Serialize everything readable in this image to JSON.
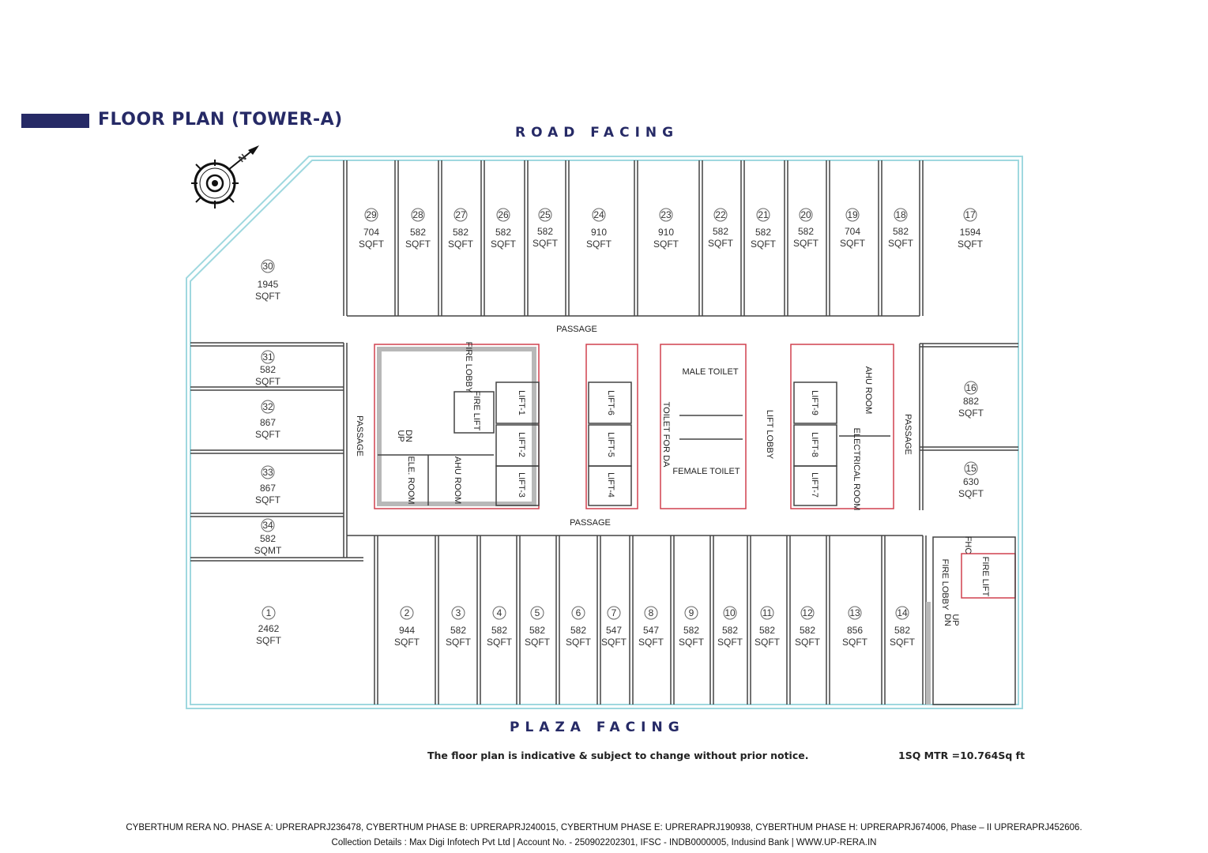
{
  "header": {
    "title": "FLOOR PLAN (TOWER-A)",
    "accent_color": "#262a66"
  },
  "orientation": {
    "top": "ROAD FACING",
    "bottom": "PLAZA FACING",
    "compass": "compass-north-arrow",
    "compass_label": "N"
  },
  "units": [
    {
      "no": "1",
      "area": "2462",
      "unit": "SQFT"
    },
    {
      "no": "2",
      "area": "944",
      "unit": "SQFT"
    },
    {
      "no": "3",
      "area": "582",
      "unit": "SQFT"
    },
    {
      "no": "4",
      "area": "582",
      "unit": "SQFT"
    },
    {
      "no": "5",
      "area": "582",
      "unit": "SQFT"
    },
    {
      "no": "6",
      "area": "582",
      "unit": "SQFT"
    },
    {
      "no": "7",
      "area": "547",
      "unit": "SQFT"
    },
    {
      "no": "8",
      "area": "547",
      "unit": "SQFT"
    },
    {
      "no": "9",
      "area": "582",
      "unit": "SQFT"
    },
    {
      "no": "10",
      "area": "582",
      "unit": "SQFT"
    },
    {
      "no": "11",
      "area": "582",
      "unit": "SQFT"
    },
    {
      "no": "12",
      "area": "582",
      "unit": "SQFT"
    },
    {
      "no": "13",
      "area": "856",
      "unit": "SQFT"
    },
    {
      "no": "14",
      "area": "582",
      "unit": "SQFT"
    },
    {
      "no": "15",
      "area": "630",
      "unit": "SQFT"
    },
    {
      "no": "16",
      "area": "882",
      "unit": "SQFT"
    },
    {
      "no": "17",
      "area": "1594",
      "unit": "SQFT"
    },
    {
      "no": "18",
      "area": "582",
      "unit": "SQFT"
    },
    {
      "no": "19",
      "area": "704",
      "unit": "SQFT"
    },
    {
      "no": "20",
      "area": "582",
      "unit": "SQFT"
    },
    {
      "no": "21",
      "area": "582",
      "unit": "SQFT"
    },
    {
      "no": "22",
      "area": "582",
      "unit": "SQFT"
    },
    {
      "no": "23",
      "area": "910",
      "unit": "SQFT"
    },
    {
      "no": "24",
      "area": "910",
      "unit": "SQFT"
    },
    {
      "no": "25",
      "area": "582",
      "unit": "SQFT"
    },
    {
      "no": "26",
      "area": "582",
      "unit": "SQFT"
    },
    {
      "no": "27",
      "area": "582",
      "unit": "SQFT"
    },
    {
      "no": "28",
      "area": "582",
      "unit": "SQFT"
    },
    {
      "no": "29",
      "area": "704",
      "unit": "SQFT"
    },
    {
      "no": "30",
      "area": "1945",
      "unit": "SQFT"
    },
    {
      "no": "31",
      "area": "582",
      "unit": "SQFT"
    },
    {
      "no": "32",
      "area": "867",
      "unit": "SQFT"
    },
    {
      "no": "33",
      "area": "867",
      "unit": "SQFT"
    },
    {
      "no": "34",
      "area": "582",
      "unit": "SQMT"
    }
  ],
  "core": {
    "passage": "PASSAGE",
    "fire_lobby": "FIRE LOBBY",
    "fire_lift": "FIRE LIFT",
    "up": "UP",
    "dn": "DN",
    "ele_room": "ELE. ROOM",
    "ahu_room": "AHU ROOM",
    "lifts": [
      "LIFT-1",
      "LIFT-2",
      "LIFT-3",
      "LIFT-4",
      "LIFT-5",
      "LIFT-6",
      "LIFT-7",
      "LIFT-8",
      "LIFT-9"
    ],
    "male_toilet": "MALE TOILET",
    "female_toilet": "FEMALE TOILET",
    "toilet_da": "TOILET FOR DA",
    "lift_lobby": "LIFT LOBBY",
    "electrical_room": "ELECTRICAL ROOM",
    "fhc": "FHC"
  },
  "notes": {
    "disclaimer": "The floor plan is indicative & subject to change without prior notice.",
    "conversion": "1SQ MTR =10.764Sq ft"
  },
  "footer": {
    "rera": "CYBERTHUM  RERA NO.  PHASE A: UPRERAPRJ236478, CYBERTHUM PHASE B: UPRERAPRJ240015, CYBERTHUM PHASE E: UPRERAPRJ190938, CYBERTHUM PHASE H: UPRERAPRJ674006, Phase – II UPRERAPRJ452606.",
    "collection": "Collection Details : Max Digi Infotech Pvt Ltd | Account No. - 250902202301, IFSC - INDB0000005, Indusind Bank  |  WWW.UP-RERA.IN"
  },
  "colors": {
    "outer_wall": "#9fd8df",
    "partition": "#444444",
    "core_outline": "#d0414f",
    "core_fill": "#b8b8b8"
  }
}
